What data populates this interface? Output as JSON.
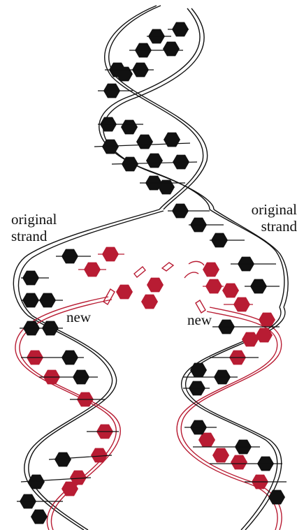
{
  "labels": {
    "left_original_line1": "original",
    "left_original_line2": "strand",
    "right_original_line1": "original",
    "right_original_line2": "strand",
    "new_left": "new",
    "new_right": "new"
  },
  "colors": {
    "original": "#111111",
    "new": "#b81c33",
    "background": "#ffffff"
  }
}
